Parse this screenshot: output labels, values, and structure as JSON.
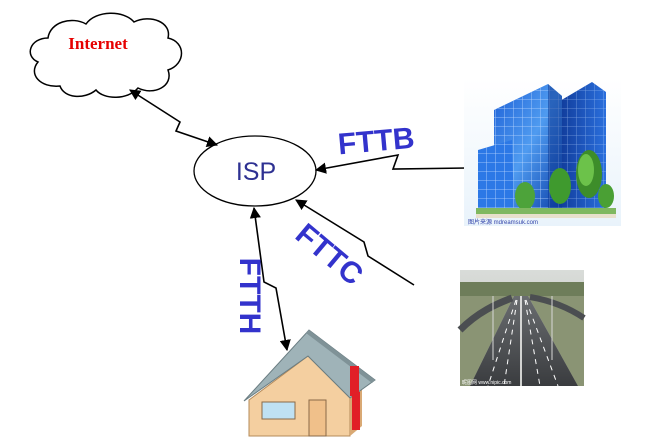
{
  "nodes": {
    "cloud_label": "Internet",
    "isp_label": "ISP"
  },
  "links": {
    "fttb": "FTTB",
    "fttc": "FTTC",
    "ftth": "FTTH"
  },
  "image_credits": {
    "building": "图片来源 mdreamsuk.com",
    "road": "昵图网 www.nipic.com"
  },
  "colors": {
    "link_label": "#3333cc",
    "cloud_label": "#e60000",
    "isp_label": "#2e3192",
    "wire": "#000000"
  }
}
